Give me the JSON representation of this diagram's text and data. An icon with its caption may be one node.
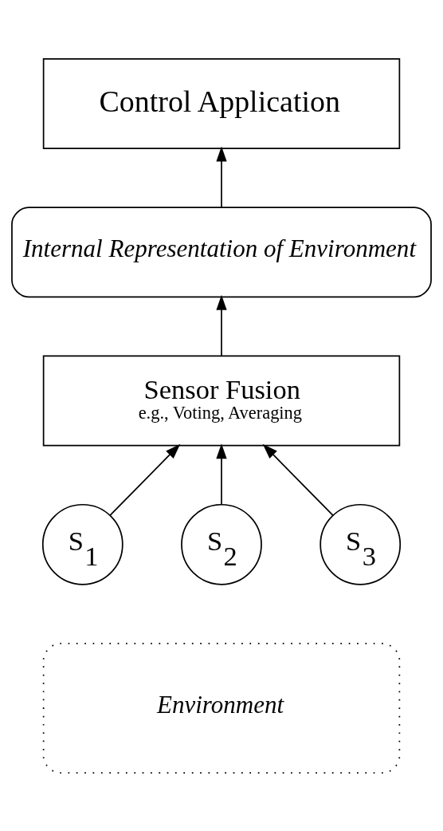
{
  "diagram": {
    "nodes": [
      {
        "text": [
          "Control Application"
        ]
      },
      {
        "text": [
          "Internal Representation of Environment"
        ]
      },
      {
        "text": [
          "Sensor Fusion",
          "e.g., Voting, Averaging"
        ]
      },
      {
        "text": [
          "S$_{1}$"
        ]
      },
      {
        "text": [
          "S$_{2}$"
        ]
      },
      {
        "text": [
          "S$_{3}$"
        ]
      },
      {
        "text": [
          "Environment"
        ]
      }
    ],
    "edges": [
      {
        "from": 1,
        "to": 0,
        "arrow": "to"
      },
      {
        "from": 2,
        "to": 1,
        "arrow": "to"
      },
      {
        "from": 3,
        "to": 2,
        "arrow": "to"
      },
      {
        "from": 4,
        "to": 2,
        "arrow": "to"
      },
      {
        "from": 5,
        "to": 2,
        "arrow": "to"
      }
    ]
  }
}
